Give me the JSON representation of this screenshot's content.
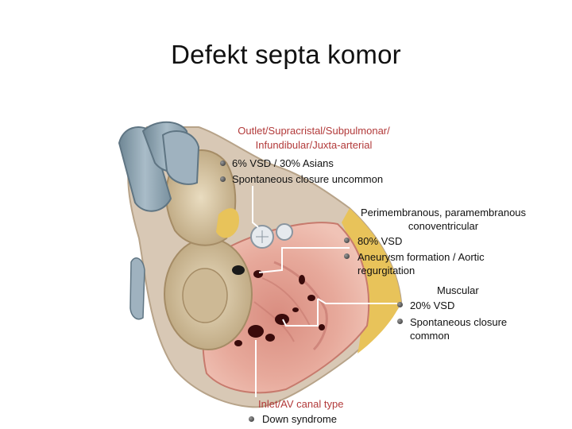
{
  "slide": {
    "title": "Defekt septa komor"
  },
  "callouts": {
    "outlet": {
      "heading_line1": "Outlet/Supracristal/Subpulmonar/",
      "heading_line2": "Infundibular/Juxta-arterial",
      "bullets": [
        "6% VSD / 30% Asians",
        "Spontaneous closure uncommon"
      ]
    },
    "perimembranous": {
      "heading_line1": "Perimembranous, paramembranous",
      "heading_line2": "conoventricular",
      "bullets": [
        "80% VSD",
        "Aneurysm formation / Aortic"
      ],
      "bullet2_cont": "regurgitation"
    },
    "muscular": {
      "heading": "Muscular",
      "bullets": [
        "20% VSD",
        "Spontaneous closure"
      ],
      "bullet2_cont": "common"
    },
    "inlet": {
      "heading": "Inlet/AV canal type",
      "bullets": [
        "Down syndrome"
      ]
    }
  },
  "colors": {
    "heading_red": "#b23a3a",
    "leader_line": "#ffffff",
    "myocardium": "#e8a99a",
    "vessels": "#8fa3b0",
    "fat": "#e8c35a"
  }
}
